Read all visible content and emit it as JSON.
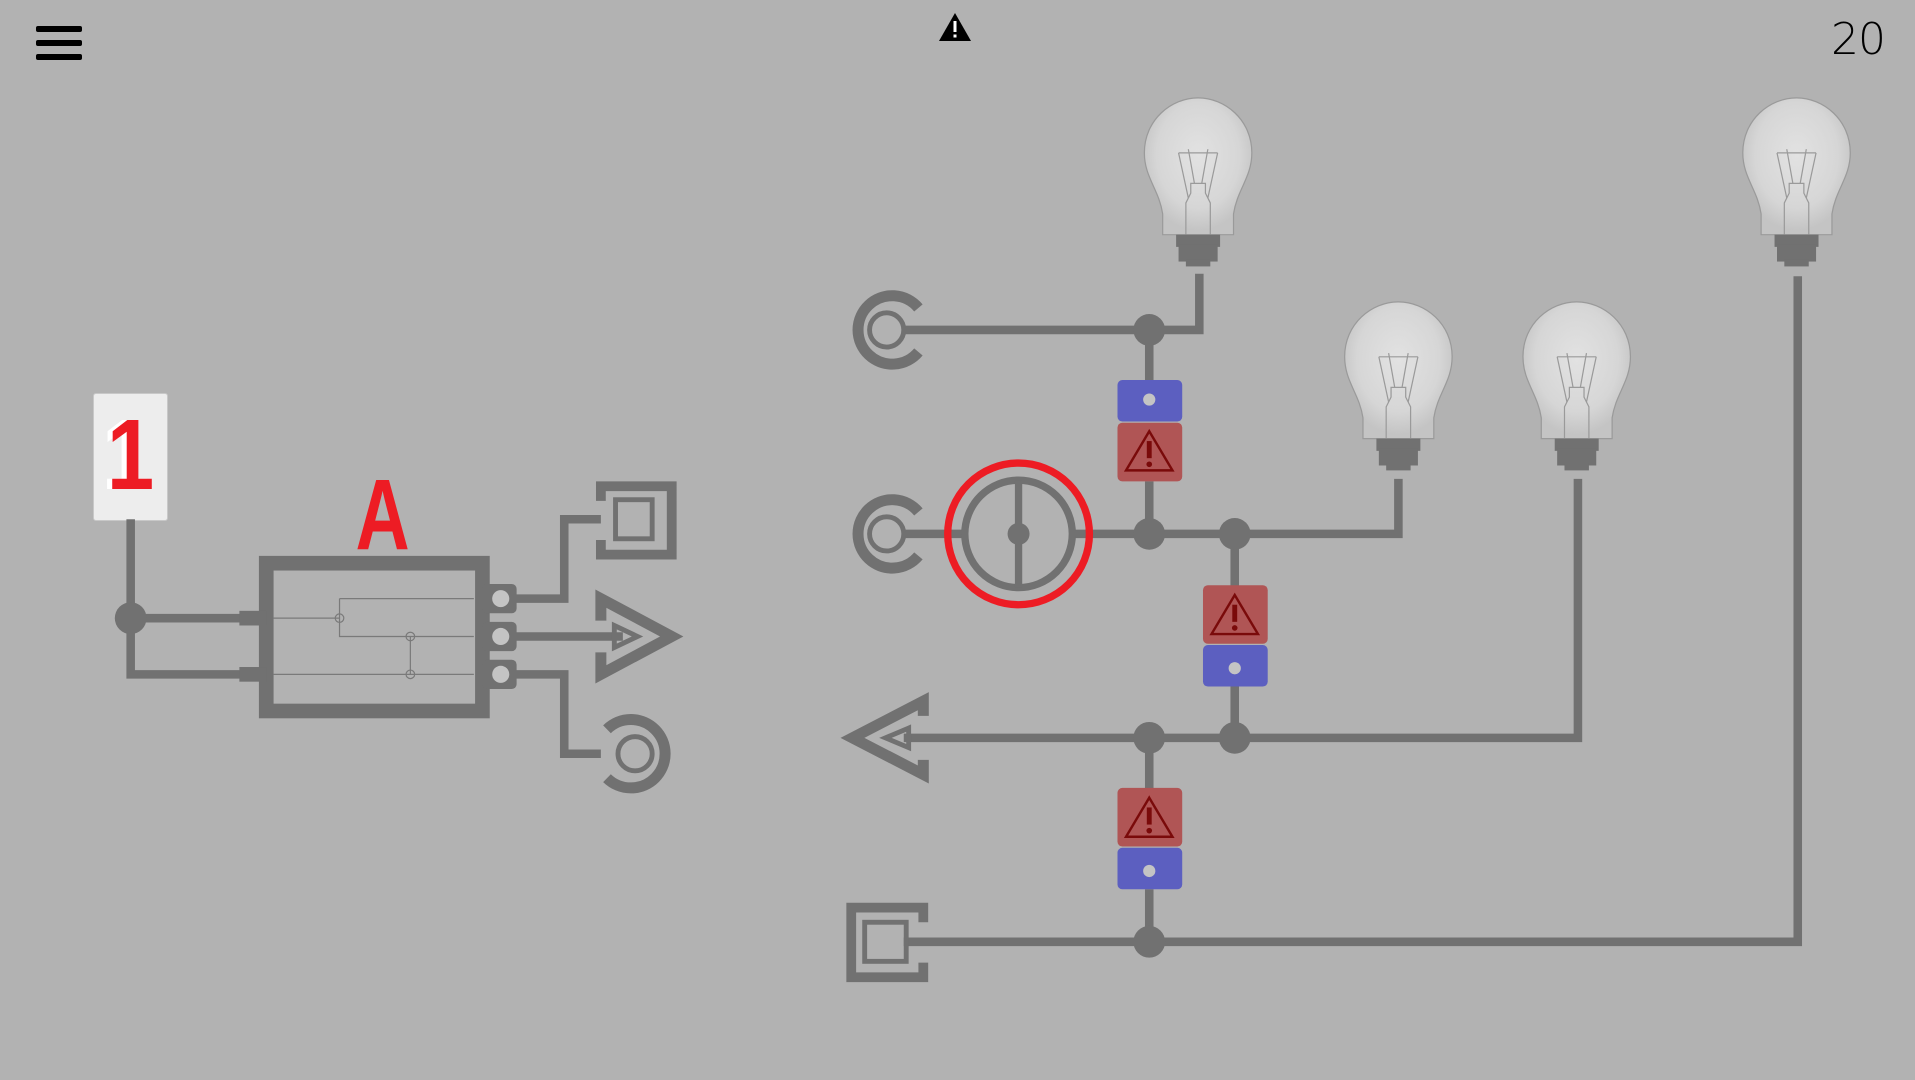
{
  "header": {
    "menu_icon": "hamburger-menu-icon",
    "warning_icon": "warning-triangle-icon",
    "level_number": "20"
  },
  "puzzle": {
    "input_card": {
      "value": "1"
    },
    "gate_label": "A",
    "gate_outputs": [
      "square",
      "triangle",
      "circle"
    ],
    "terminals": [
      {
        "shape": "circle",
        "row": 1
      },
      {
        "shape": "circle",
        "row": 2
      },
      {
        "shape": "triangle",
        "row": 3
      },
      {
        "shape": "square",
        "row": 4
      }
    ],
    "selected_component": "rotary-switch",
    "bulbs": [
      {
        "id": 1,
        "lit": false
      },
      {
        "id": 2,
        "lit": false
      },
      {
        "id": 3,
        "lit": false
      },
      {
        "id": 4,
        "lit": false
      }
    ],
    "diodes": [
      {
        "id": 1,
        "orientation": "blue-top",
        "warning": true
      },
      {
        "id": 2,
        "orientation": "red-top",
        "warning": true
      },
      {
        "id": 3,
        "orientation": "red-top",
        "warning": true
      }
    ]
  },
  "colors": {
    "background": "#b2b2b2",
    "wire": "#717171",
    "accent_red": "#ed1c24",
    "diode_blue": "#5c5fc0",
    "diode_red": "#b05555",
    "warning_dark": "#7a0a0a"
  }
}
